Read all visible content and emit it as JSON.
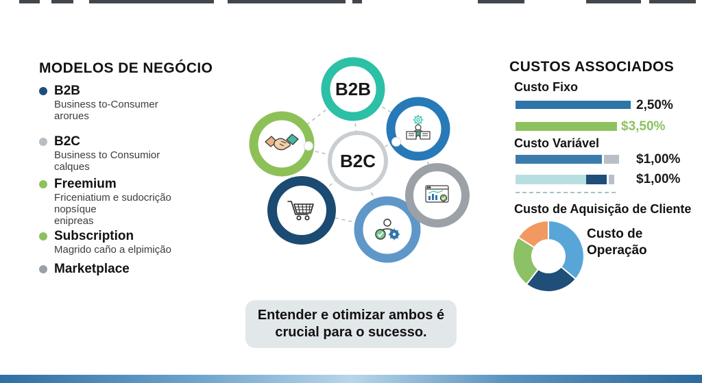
{
  "left_panel": {
    "title": "MODELOS DE NEGÓCIO",
    "items": [
      {
        "label": "B2B",
        "bullet_color": "#1d4e79",
        "lines": [
          "Business to-Consumer",
          "arorues"
        ]
      },
      {
        "label": "B2C",
        "bullet_color": "#b9bec3",
        "lines": [
          "Business to Consumior",
          "calques"
        ]
      },
      {
        "label": "Freemium",
        "bullet_color": "#8cc15e",
        "lines": [
          "Friceniatium e sudocrição",
          "nopsíque",
          "enipreas"
        ]
      },
      {
        "label": "Subscription",
        "bullet_color": "#8cc15e",
        "lines": [
          "Magrido caño a elpimição"
        ]
      },
      {
        "label": "Marketplace",
        "bullet_color": "#9aa0a6",
        "lines": []
      }
    ]
  },
  "diagram": {
    "nodes": [
      {
        "id": "b2b",
        "label": "B2B",
        "ring_color": "#2cc0a6",
        "icon": null
      },
      {
        "id": "training",
        "label": null,
        "ring_color": "#2779b8",
        "icon": "person-certificate-icon"
      },
      {
        "id": "handshake",
        "label": null,
        "ring_color": "#8dc157",
        "icon": "handshake-icon"
      },
      {
        "id": "b2c",
        "label": "B2C",
        "ring_color": "#c9ced3",
        "icon": null
      },
      {
        "id": "cart",
        "label": null,
        "ring_color": "#1b4a72",
        "icon": "shopping-cart-icon"
      },
      {
        "id": "process",
        "label": null,
        "ring_color": "#5f97c8",
        "icon": "person-gear-check-icon"
      },
      {
        "id": "analytics",
        "label": null,
        "ring_color": "#9ba1a7",
        "icon": "analytics-chart-icon"
      }
    ],
    "links": [
      [
        "b2b",
        "handshake"
      ],
      [
        "b2b",
        "training"
      ],
      [
        "b2b",
        "b2c"
      ],
      [
        "handshake",
        "b2c"
      ],
      [
        "training",
        "b2c"
      ],
      [
        "handshake",
        "cart"
      ],
      [
        "b2c",
        "cart"
      ],
      [
        "b2c",
        "process"
      ],
      [
        "training",
        "analytics"
      ],
      [
        "analytics",
        "process"
      ],
      [
        "cart",
        "process"
      ]
    ]
  },
  "callout": {
    "line1": "Entender e otimizar ambos é",
    "line2": "crucial para o sucesso."
  },
  "right_panel": {
    "title": "CUSTOS ASSOCIADOS",
    "fixed_label": "Custo Fixo",
    "variable_label": "Custo Variável",
    "cac_label": "Custo de Aquisição de Cliente",
    "donut_label": "Custo de Operação"
  },
  "chart_data": [
    {
      "type": "bar",
      "orientation": "horizontal",
      "title": "Custo Fixo",
      "bars": [
        {
          "label": "2,50%",
          "label_color": "#1a1a1a",
          "segments": [
            {
              "width": 168,
              "color": "#2e74a8"
            }
          ]
        },
        {
          "label": "$3,50%",
          "label_color": "#8cc15e",
          "segments": [
            {
              "width": 148,
              "color": "#8cc15e"
            }
          ]
        }
      ]
    },
    {
      "type": "bar",
      "orientation": "horizontal",
      "title": "Custo Variável",
      "bars": [
        {
          "label": "$1,00%",
          "label_color": "#1a1a1a",
          "segments": [
            {
              "width": 126,
              "color": "#3c7cad"
            },
            {
              "width": 3,
              "color": "#ffffff"
            },
            {
              "width": 22,
              "color": "#b9bfc6"
            }
          ]
        },
        {
          "label": "$1,00%",
          "label_color": "#1a1a1a",
          "segments": [
            {
              "width": 103,
              "color": "#b7dfe1"
            },
            {
              "width": 30,
              "color": "#1f4e79"
            },
            {
              "width": 3,
              "color": "#ffffff"
            },
            {
              "width": 8,
              "color": "#b9bfc6"
            }
          ]
        }
      ]
    },
    {
      "type": "pie",
      "donut": true,
      "title": "Custo de Aquisição de Cliente",
      "label": "Custo de Operação",
      "slices": [
        {
          "name": "light-blue",
          "angle": 130,
          "color": "#58a6d8"
        },
        {
          "name": "dark-navy",
          "angle": 88,
          "color": "#1f4e79"
        },
        {
          "name": "green",
          "angle": 84,
          "color": "#8cc166"
        },
        {
          "name": "orange",
          "angle": 58,
          "color": "#f09a62"
        }
      ]
    }
  ],
  "accent_colors": {
    "teal": "#2cc0a6",
    "blue": "#2779b8",
    "green": "#8dc157",
    "navy": "#1b4a72",
    "steel": "#5f97c8",
    "gray": "#9ba1a7",
    "orange": "#f09a62"
  }
}
